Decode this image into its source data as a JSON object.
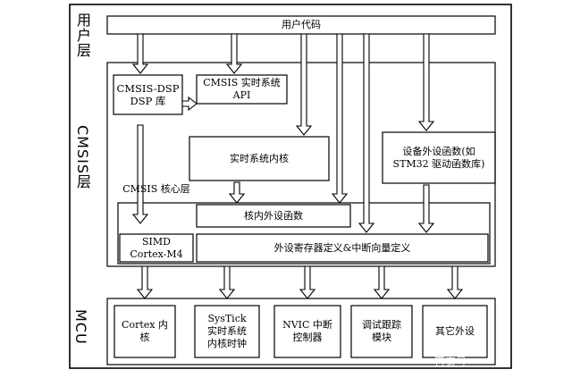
{
  "layers": {
    "user": "用户层",
    "cmsis": "CMSIS层",
    "mcu": "MCU"
  },
  "boxes": {
    "user_code": "用户代码",
    "cmsis_dsp": "CMSIS-DSP\nDSP 库",
    "rtos_api": "CMSIS 实时系统\nAPI",
    "rtos_kernel": "实时系统内核",
    "peripheral_funcs": "设备外设函数(如\nSTM32 驱动函数库)",
    "cmsis_core_label": "CMSIS 核心层",
    "core_periph": "核内外设函数",
    "simd": "SIMD\nCortex-M4",
    "reg_defs": "外设寄存器定义&中断向量定义",
    "mcu_cortex": "Cortex 内\n核",
    "mcu_systick": "SysTick\n实时系统\n内核时钟",
    "mcu_nvic": "NVIC 中断\n控制器",
    "mcu_debug": "调试跟踪\n模块",
    "mcu_other": "其它外设"
  },
  "watermark": "百家号"
}
